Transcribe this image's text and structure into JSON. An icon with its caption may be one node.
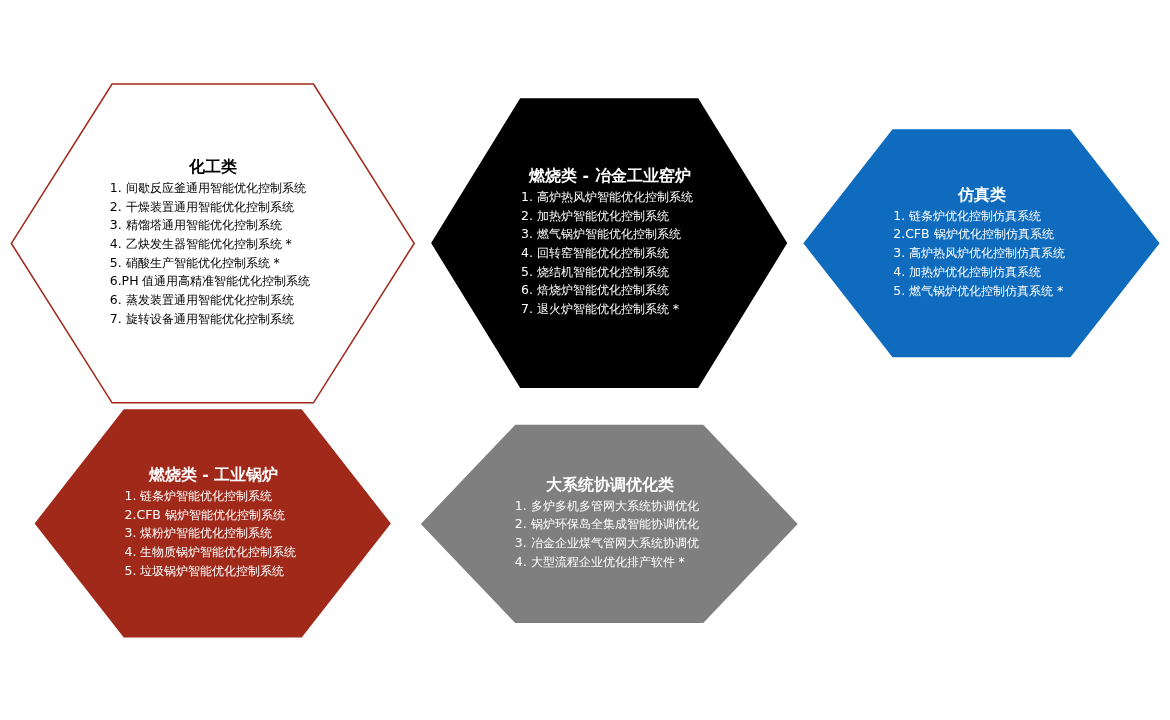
{
  "diagram": {
    "nodes": [
      {
        "text": [
          "燃烧类 - 冶金工业窑炉",
          "1. 高炉热风炉智能优化控制系统",
          "2. 加热炉智能优化控制系统",
          "3. 燃气锅炉智能优化控制系统",
          "4. 回转窑智能优化控制系统",
          "5. 烧结机智能优化控制系统",
          "6. 焙烧炉智能优化控制系统",
          "7. 退火炉智能优化控制系统 *"
        ]
      },
      {
        "text": [
          "化工类",
          "1. 间歇反应釜通用智能优化控制系统",
          "2. 干燥装置通用智能优化控制系统",
          "3. 精馏塔通用智能优化控制系统",
          "4. 乙炔发生器智能优化控制系统 *",
          "5. 硝酸生产智能优化控制系统 *",
          "6.PH 值通用高精准智能优化控制系统",
          "6. 蒸发装置通用智能优化控制系统",
          "7. 旋转设备通用智能优化控制系统"
        ]
      },
      {
        "text": [
          "仿真类",
          "1. 链条炉优化控制仿真系统",
          "2.CFB 锅炉优化控制仿真系统",
          "3. 高炉热风炉优化控制仿真系统",
          "4. 加热炉优化控制仿真系统",
          "5. 燃气锅炉优化控制仿真系统 *"
        ]
      },
      {
        "text": [
          "大系统协调优化类",
          "1. 多炉多机多管网大系统协调优化",
          "2. 锅炉环保岛全集成智能协调优化",
          "3. 冶金企业煤气管网大系统协调优",
          "4. 大型流程企业优化排产软件 *"
        ]
      },
      {
        "text": [
          "燃烧类 - 工业锅炉",
          "1. 链条炉智能优化控制系统",
          "2.CFB 锅炉智能优化控制系统",
          "3. 煤粉炉智能优化控制系统",
          "4. 生物质锅炉智能优化控制系统",
          "5. 垃圾锅炉智能优化控制系统"
        ]
      }
    ],
    "edges": []
  }
}
